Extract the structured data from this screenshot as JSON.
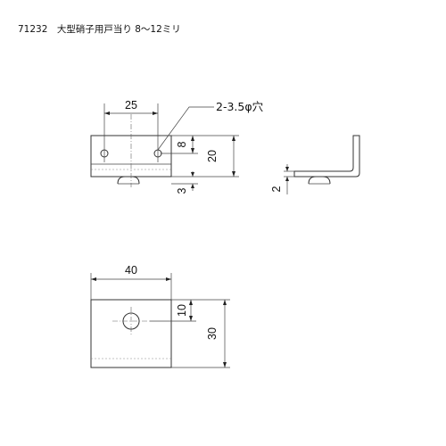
{
  "title": "71232　大型硝子用戸当り 8〜12ミリ",
  "callout": "2-3.5φ穴",
  "top_view": {
    "dims": {
      "hole_spacing": "25",
      "hole_offset": "8",
      "height": "20",
      "lower": "3"
    }
  },
  "side_view": {
    "dims": {
      "thickness": "2"
    }
  },
  "front_view": {
    "dims": {
      "width": "40",
      "hole_height": "10",
      "height": "30"
    }
  }
}
